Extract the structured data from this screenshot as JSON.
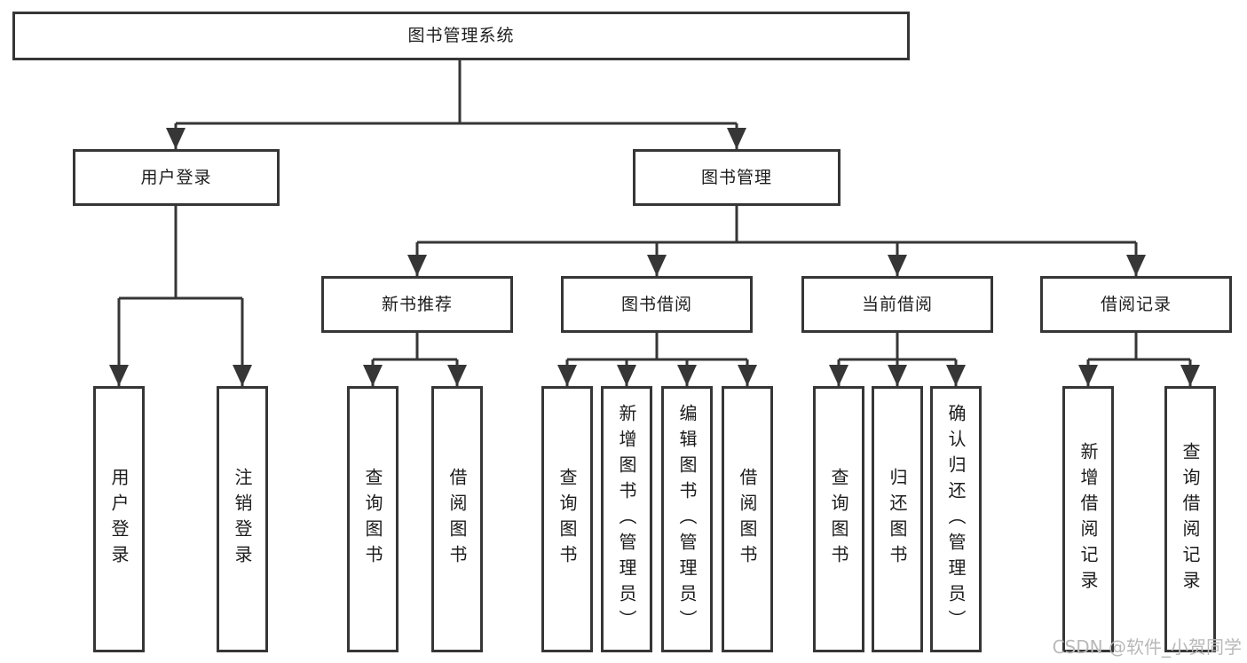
{
  "tree": {
    "root": {
      "label": "图书管理系统"
    },
    "branches": [
      {
        "label": "用户登录",
        "leaves": [
          "用户登录",
          "注销登录"
        ]
      },
      {
        "label": "图书管理",
        "groups": [
          {
            "label": "新书推荐",
            "leaves": [
              "查询图书",
              "借阅图书"
            ]
          },
          {
            "label": "图书借阅",
            "leaves": [
              "查询图书",
              "新增图书（管理员）",
              "编辑图书（管理员）",
              "借阅图书"
            ]
          },
          {
            "label": "当前借阅",
            "leaves": [
              "查询图书",
              "归还图书",
              "确认归还（管理员）"
            ]
          },
          {
            "label": "借阅记录",
            "leaves": [
              "新增借阅记录",
              "查询借阅记录"
            ]
          }
        ]
      }
    ]
  },
  "watermark": {
    "text": "CSDN @软件_小贺同学"
  },
  "theme": {
    "line_color": "#363636",
    "box_border_color": "#363636",
    "text_color": "#1c1c1c",
    "watermark_color": "#b9b9b9",
    "background_color": "#ffffff"
  }
}
